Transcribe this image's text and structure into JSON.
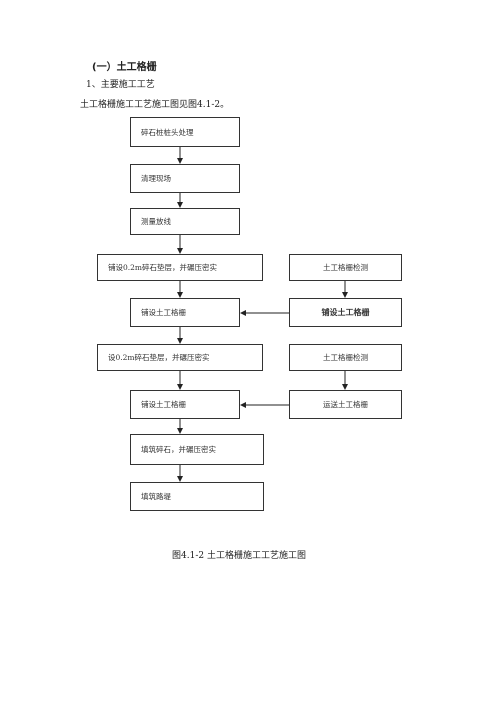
{
  "heading": "(一）土工格栅",
  "section_title": "1、主要施工工艺",
  "intro_text": "土工格栅施工工艺施工图见图4.1-2。",
  "flowchart": {
    "left_column": [
      "碎石桩桩头处理",
      "清理现场",
      "测量放线",
      "铺设0.2m碎石垫层，并碾压密实",
      "铺设土工格栅",
      "设0.2m碎石垫层，并碾压密实",
      "铺设土工格栅",
      "填筑碎石，并碾压密实",
      "填筑路堤"
    ],
    "right_column": [
      "土工格栅检测",
      "铺设土工格栅",
      "土工格栅检测",
      "运送土工格栅"
    ]
  },
  "caption": "图4.1-2 土工格栅施工工艺施工图"
}
